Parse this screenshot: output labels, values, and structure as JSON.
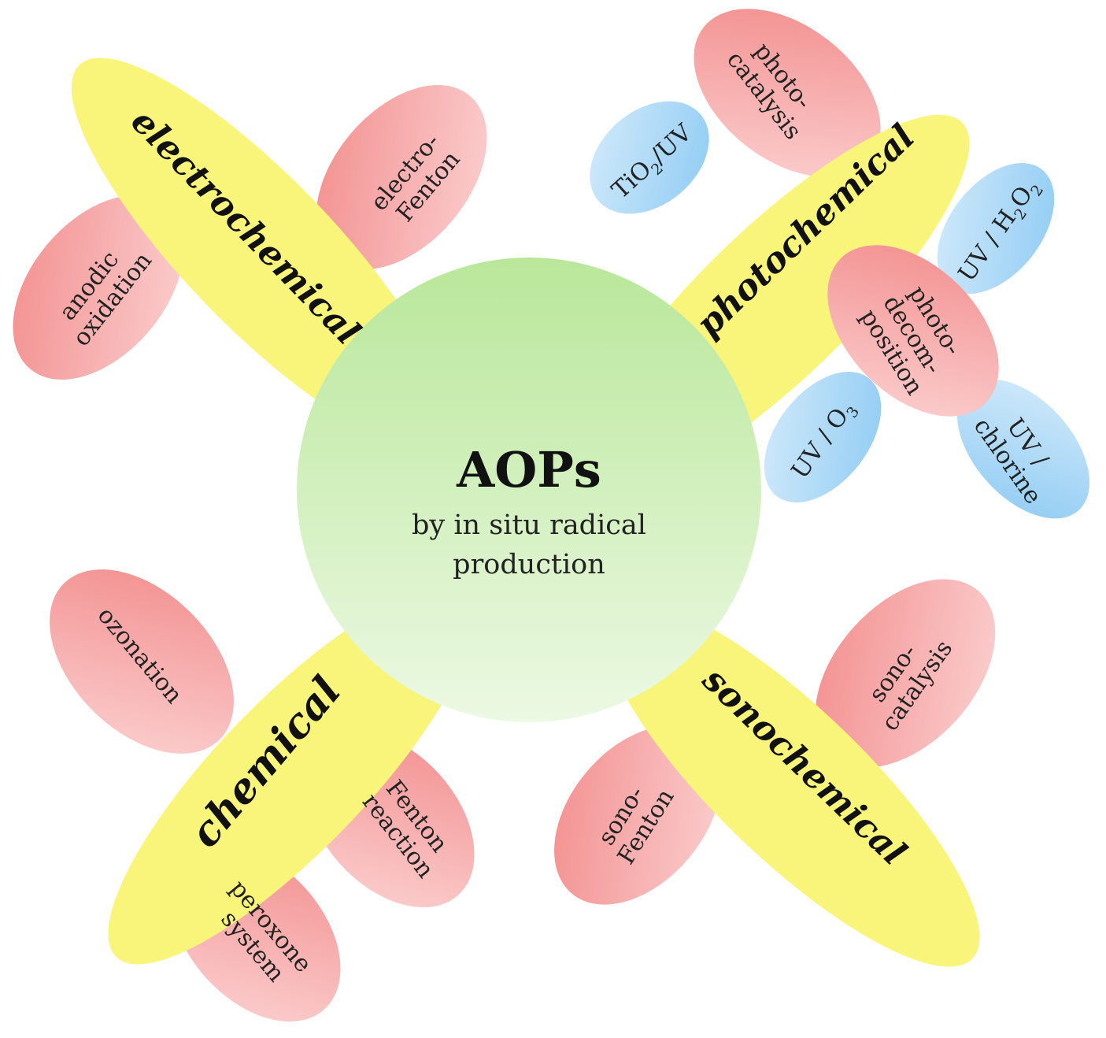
{
  "center": {
    "title": "AOPs",
    "subtitle_line1": "by in situ radical",
    "subtitle_line2": "production"
  },
  "branches": {
    "electrochemical": "electrochemical",
    "photochemical": "photochemical",
    "chemical": "chemical",
    "sonochemical": "sonochemical"
  },
  "methods": {
    "electro_fenton": [
      "electro-",
      "Fenton"
    ],
    "anodic_oxidation": [
      "anodic",
      "oxidation"
    ],
    "photocatalysis": [
      "photo-",
      "catalysis"
    ],
    "photodecomposition": [
      "photo-",
      "decom-",
      "position"
    ],
    "ozonation": [
      "ozonation"
    ],
    "fenton_reaction": [
      "Fenton",
      "reaction"
    ],
    "peroxone_system": [
      "peroxone",
      "system"
    ],
    "sonocatalysis": [
      "sono-",
      "catalysis"
    ],
    "sono_fenton": [
      "sono-",
      "Fenton"
    ]
  },
  "variants": {
    "tio2_uv": {
      "a": "TiO",
      "sub": "2",
      "b": "/UV"
    },
    "uv_h2o2": {
      "a": "UV / H",
      "sub1": "2",
      "b": "O",
      "sub2": "2"
    },
    "uv_o3": {
      "a": "UV / O",
      "sub": "3"
    },
    "uv_chlorine": [
      "UV /",
      "chlorine"
    ]
  },
  "colors": {
    "branch_fill": "#f8f57a",
    "method_fill_dark": "#f28e8e",
    "method_fill_light": "#fbd2d2",
    "variant_fill_dark": "#8fcaf2",
    "variant_fill_light": "#d3eafb",
    "center_fill_top": "#bde8a0",
    "center_fill_bottom": "#eaf8e0"
  }
}
